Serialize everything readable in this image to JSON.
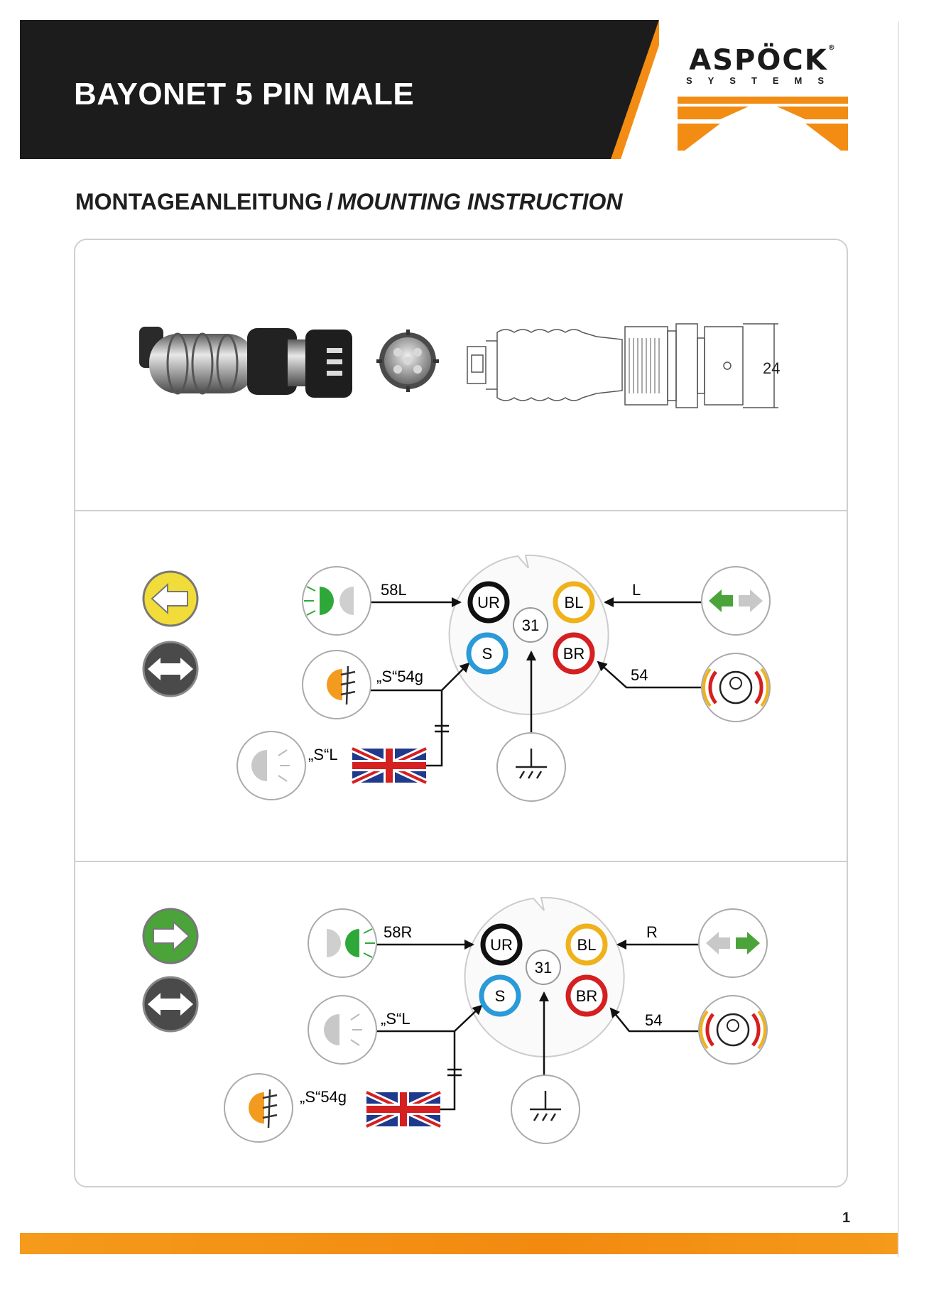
{
  "header": {
    "title": "BAYONET 5 PIN MALE",
    "brand": "ASPÖCK",
    "brand_sub": "SYSTEMS",
    "brand_reg": "®"
  },
  "subtitle": {
    "de": "MONTAGEANLEITUNG",
    "sep": "/",
    "en": "MOUNTING INSTRUCTION"
  },
  "product": {
    "dimension": "24"
  },
  "left_diagram": {
    "pins": {
      "ur": "UR",
      "bl": "BL",
      "s": "S",
      "br": "BR",
      "center": "31"
    },
    "labels": {
      "top_left": "58L",
      "top_right": "L",
      "mid_left": "„S“54g",
      "bottom_left": "„S“L",
      "mid_right": "54"
    }
  },
  "right_diagram": {
    "pins": {
      "ur": "UR",
      "bl": "BL",
      "s": "S",
      "br": "BR",
      "center": "31"
    },
    "labels": {
      "top_left": "58R",
      "top_right": "R",
      "mid_left": "„S“L",
      "bottom_left": "„S“54g",
      "mid_right": "54"
    }
  },
  "footer": {
    "page": "1"
  },
  "colors": {
    "header_bg": "#1c1c1c",
    "accent_orange": "#f28c12",
    "indicator_yellow": "#f2dc3a",
    "indicator_green": "#4aa43a",
    "pin_black": "#111111",
    "pin_yellow": "#f0b21a",
    "pin_blue": "#2a9ad8",
    "pin_red": "#d42020"
  }
}
